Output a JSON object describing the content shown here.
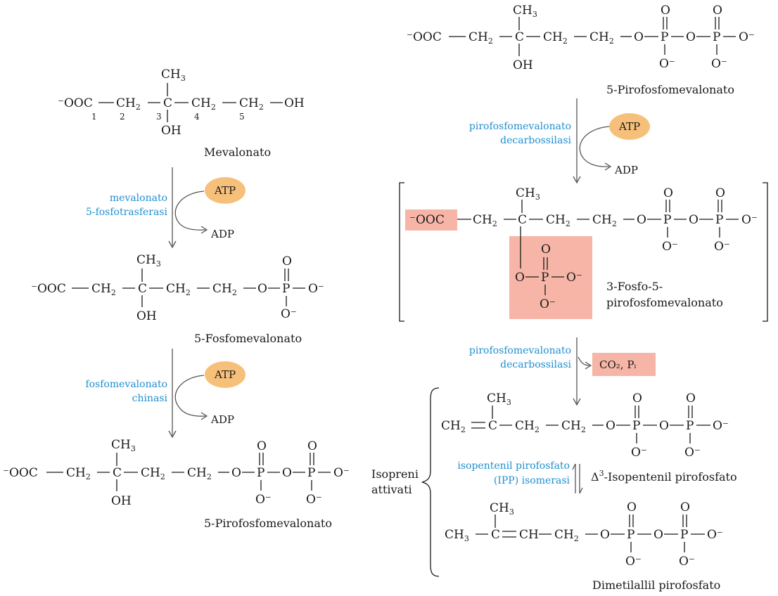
{
  "colors": {
    "enzyme_text": "#1f8fd0",
    "atp_fill": "#f7c07a",
    "highlight_fill": "#f5a898"
  },
  "compounds": {
    "mevalonato": "Mevalonato",
    "fosfomevalonato": "5-Fosfomevalonato",
    "pirofosfomevalonato_1": "5-Pirofosfomevalonato",
    "pirofosfomevalonato_2": "5-Pirofosfomevalonato",
    "fosfo_pirofosfomevalonato_line1": "3-Fosfo-5-",
    "fosfo_pirofosfomevalonato_line2": "pirofosfomevalonato",
    "ipp_prefix": "Δ",
    "ipp_sup": "3",
    "ipp_suffix": "-Isopentenil pirofosfato",
    "dmapp": "Dimetilallil pirofosfato"
  },
  "enzymes": {
    "e1_line1": "mevalonato",
    "e1_line2": "5-fosfotrasferasi",
    "e2_line1": "fosfomevalonato",
    "e2_line2": "chinasi",
    "e3_line1": "pirofosfomevalonato",
    "e3_line2": "decarbossilasi",
    "e4_line1": "pirofosfomevalonato",
    "e4_line2": "decarbossilasi",
    "e5_line1": "isopentenil pirofosfato",
    "e5_line2": "(IPP) isomerasi"
  },
  "cofactors": {
    "atp": "ATP",
    "adp": "ADP",
    "co2_pi": "CO₂, Pᵢ"
  },
  "group_label": {
    "line1": "Isopreni",
    "line2": "attivati"
  },
  "carbon_numbers": [
    "1",
    "2",
    "3",
    "4",
    "5"
  ]
}
